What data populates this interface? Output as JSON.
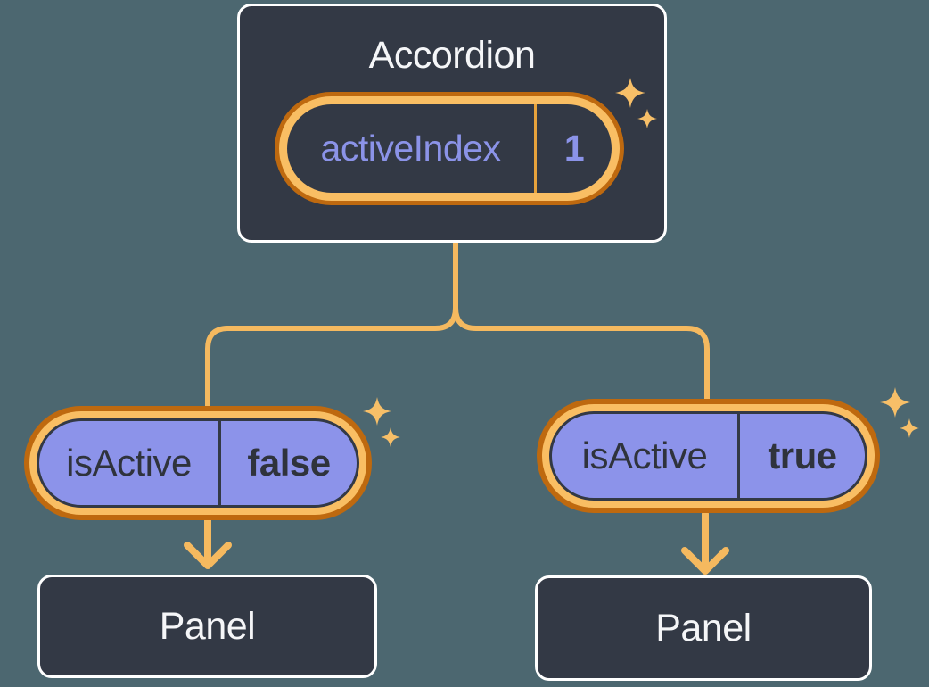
{
  "colors": {
    "background": "#4C6770",
    "box_fill": "#333945",
    "box_border": "#FFFFFF",
    "text_light": "#F5F6F8",
    "text_dark": "#2F333C",
    "purple_fill": "#8C93EA",
    "purple_text": "#8B93E8",
    "ring_dark_orange": "#BE690F",
    "ring_light_orange": "#F9BE63",
    "connector_orange": "#F5B95F",
    "sparkle_orange": "#F7BF68",
    "state_divider_orange": "#E8A33C"
  },
  "accordion": {
    "title": "Accordion",
    "state_pill": {
      "name": "activeIndex",
      "value": "1"
    }
  },
  "children": [
    {
      "prop_pill": {
        "name": "isActive",
        "value": "false"
      },
      "panel_label": "Panel"
    },
    {
      "prop_pill": {
        "name": "isActive",
        "value": "true"
      },
      "panel_label": "Panel"
    }
  ]
}
